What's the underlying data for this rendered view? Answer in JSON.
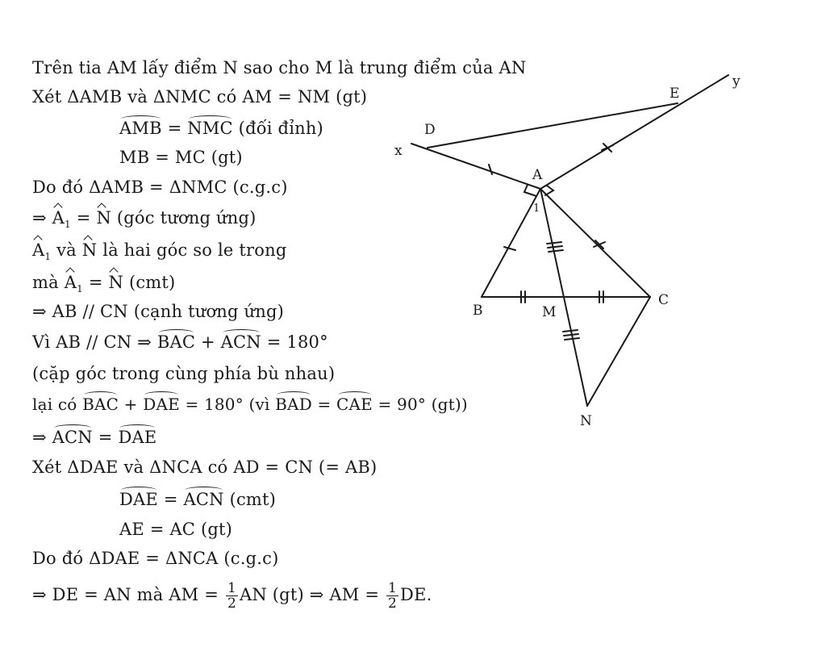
{
  "proof": {
    "l1": "Trên tia AM lấy điểm N sao cho M là trung điểm của AN",
    "l2": "Xét ΔAMB và ΔNMC có AM = NM (gt)",
    "l3": {
      "a1": "AMB",
      "eq": " = ",
      "a2": "NMC",
      "tail": " (đối đỉnh)"
    },
    "l4": "MB = MC (gt)",
    "l5": "Do đó ΔAMB = ΔNMC (c.g.c)",
    "l6": {
      "pre": "⇒ ",
      "a": "A",
      "sub": "1",
      "eq": " = ",
      "n": "N",
      "tail": " (góc tương ứng)"
    },
    "l7": {
      "a": "A",
      "sub": "1",
      "mid": " và ",
      "n": "N",
      "tail": " là hai góc so le trong"
    },
    "l8": {
      "pre": "mà ",
      "a": "A",
      "sub": "1",
      "eq": " = ",
      "n": "N",
      "tail": " (cmt)"
    },
    "l9": "⇒ AB // CN (cạnh tương ứng)",
    "l10": {
      "pre": "Vì AB // CN ⇒ ",
      "a1": "BAC",
      "plus": " + ",
      "a2": "ACN",
      "tail": " = 180°"
    },
    "l11": "(cặp góc trong cùng phía bù nhau)",
    "l12": {
      "pre": "lại có ",
      "a1": "BAC",
      "plus": " + ",
      "a2": "DAE",
      "mid": " = 180° (vì ",
      "a3": "BAD",
      "eq": " = ",
      "a4": "CAE",
      "tail": " = 90° (gt))"
    },
    "l13": {
      "pre": "⇒ ",
      "a1": "ACN",
      "eq": " = ",
      "a2": "DAE"
    },
    "l14": "Xét ΔDAE và ΔNCA có AD = CN (= AB)",
    "l15": {
      "a1": "DAE",
      "eq": " = ",
      "a2": "ACN",
      "tail": " (cmt)"
    },
    "l16": "AE = AC (gt)",
    "l17": "Do đó ΔDAE = ΔNCA (c.g.c)",
    "l18": {
      "pre": "⇒ DE = AN mà AM = ",
      "num1": "1",
      "den1": "2",
      "mid": "AN (gt) ⇒ AM = ",
      "num2": "1",
      "den2": "2",
      "tail": "DE."
    }
  },
  "figure_labels": {
    "D": "D",
    "E": "E",
    "x": "x",
    "y": "y",
    "A": "A",
    "one": "1",
    "B": "B",
    "M": "M",
    "C": "C",
    "N": "N"
  }
}
